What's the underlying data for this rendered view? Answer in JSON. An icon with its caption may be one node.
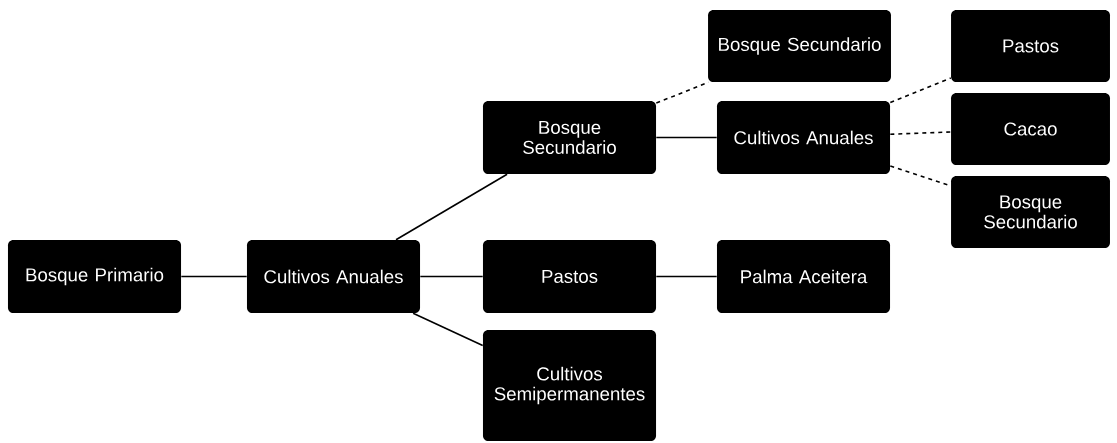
{
  "diagram": {
    "nodes": [
      {
        "text": [
          "Bosque Primario"
        ]
      },
      {
        "text": [
          "Cultivos Anuales"
        ]
      },
      {
        "text": [
          "Bosque Secundario"
        ]
      },
      {
        "text": [
          "Pastos"
        ]
      },
      {
        "text": [
          "Cultivos Semipermanentes"
        ]
      },
      {
        "text": [
          "Bosque Secundario"
        ]
      },
      {
        "text": [
          "Cultivos Anuales"
        ]
      },
      {
        "text": [
          "Palma Aceitera"
        ]
      },
      {
        "text": [
          "Pastos"
        ]
      },
      {
        "text": [
          "Cacao"
        ]
      },
      {
        "text": [
          "Bosque Secundario"
        ]
      }
    ],
    "edges": [
      {
        "from": 0,
        "to": 1,
        "arrow": "none"
      },
      {
        "from": 1,
        "to": 2,
        "arrow": "none"
      },
      {
        "from": 1,
        "to": 3,
        "arrow": "none"
      },
      {
        "from": 1,
        "to": 4,
        "arrow": "none"
      },
      {
        "from": 2,
        "to": 5,
        "arrow": "none",
        "style": "dashed"
      },
      {
        "from": 2,
        "to": 6,
        "arrow": "none"
      },
      {
        "from": 3,
        "to": 7,
        "arrow": "none"
      },
      {
        "from": 6,
        "to": 8,
        "arrow": "none",
        "style": "dashed"
      },
      {
        "from": 6,
        "to": 9,
        "arrow": "none",
        "style": "dashed"
      },
      {
        "from": 6,
        "to": 10,
        "arrow": "none",
        "style": "dashed"
      }
    ]
  }
}
